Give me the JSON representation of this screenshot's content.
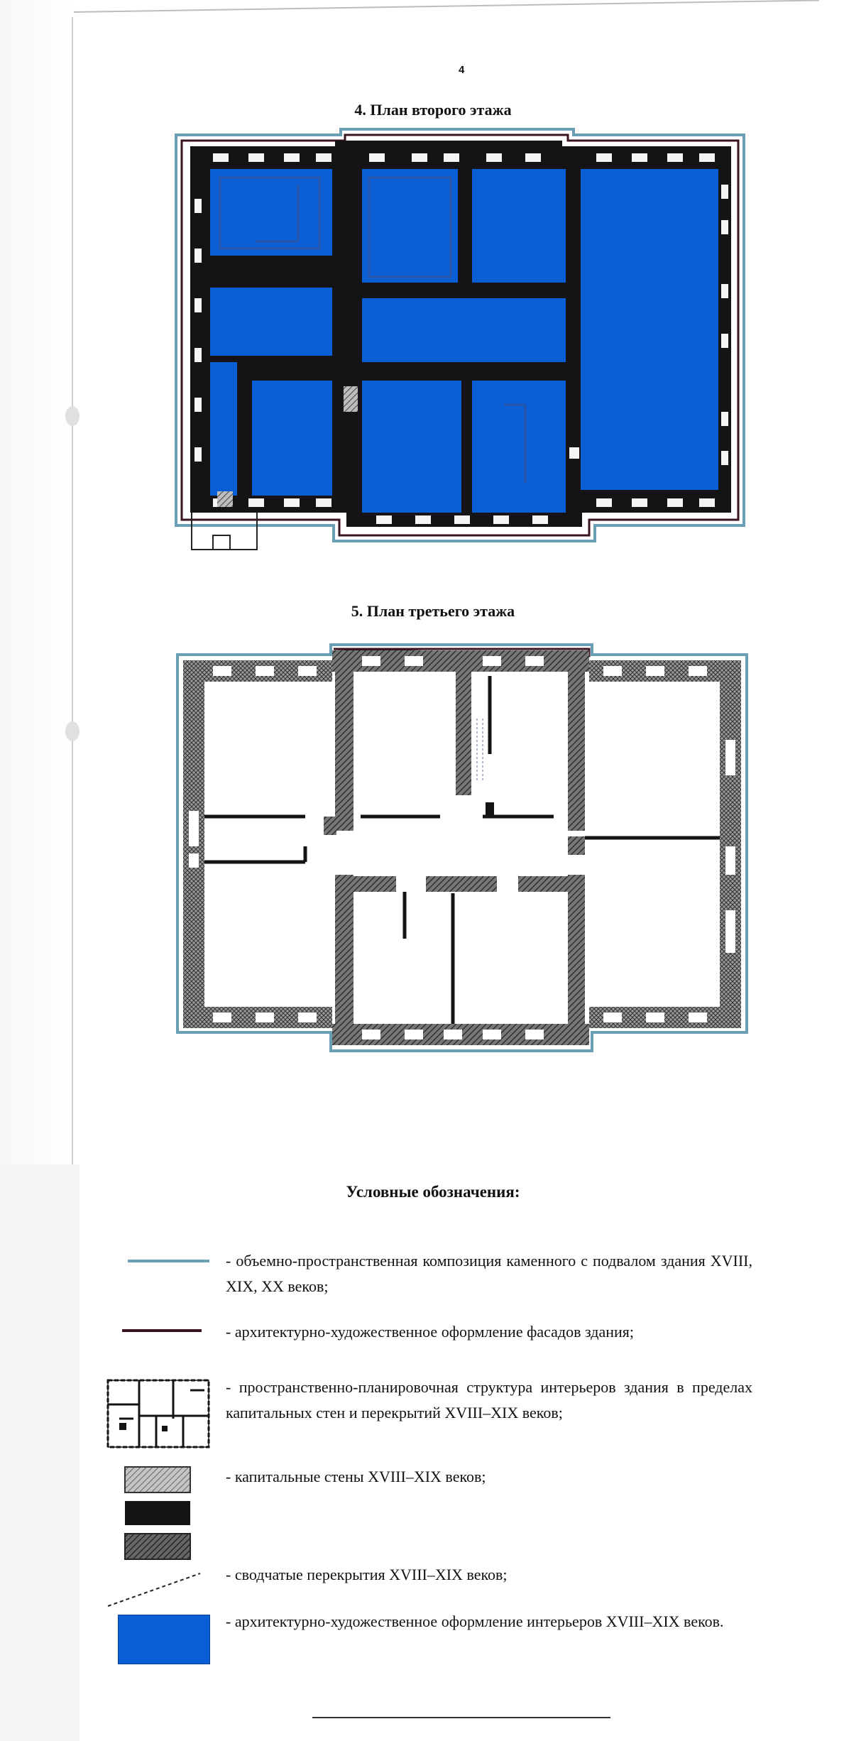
{
  "page_number": "4",
  "plans": [
    {
      "title": "4. План второго этажа"
    },
    {
      "title": "5. План третьего этажа"
    }
  ],
  "legend": {
    "title": "Условные обозначения:",
    "items": [
      {
        "text": "- объемно-пространственная композиция каменного с подвалом здания XVIII, XIX, XX веков;"
      },
      {
        "text": "- архитектурно-художественное оформление фасадов здания;"
      },
      {
        "text": "- пространственно-планировочная структура интерьеров здания в пределах капитальных стен и перекрытий XVIII–XIX веков;"
      },
      {
        "text": "- капитальные стены XVIII–XIX веков;"
      },
      {
        "text": "- сводчатые перекрытия XVIII–XIX веков;"
      },
      {
        "text": "- архитектурно-художественное оформление интерьеров XVIII–XIX веков."
      }
    ]
  },
  "colors": {
    "composition_outline": "#6a9fb5",
    "facade_outline": "#3a1420",
    "interior_fill": "#0a5fd6",
    "wall_black": "#141414"
  }
}
